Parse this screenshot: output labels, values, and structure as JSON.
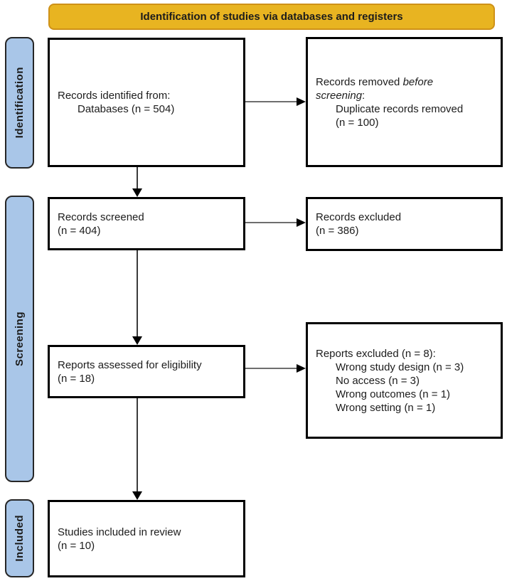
{
  "header": {
    "title": "Identification of studies via databases and registers"
  },
  "stages": {
    "identification": "Identification",
    "screening": "Screening",
    "included": "Included"
  },
  "boxes": {
    "identified": {
      "line1": "Records identified from:",
      "line2": "Databases (n = 504)"
    },
    "removed": {
      "prefix": "Records removed ",
      "italic": "before screening",
      "suffix": ":",
      "line2": "Duplicate records removed",
      "line3": "(n = 100)"
    },
    "screened": {
      "line1": "Records screened",
      "line2": "(n = 404)"
    },
    "excluded_records": {
      "line1": "Records excluded",
      "line2": "(n = 386)"
    },
    "assessed": {
      "line1": "Reports assessed for eligibility",
      "line2": "(n = 18)"
    },
    "excluded_reports": {
      "title": "Reports excluded (n = 8):",
      "items": [
        "Wrong study design (n = 3)",
        "No access (n = 3)",
        "Wrong outcomes (n = 1)",
        "Wrong setting (n = 1)"
      ]
    },
    "included": {
      "line1": "Studies included in review",
      "line2": "(n = 10)"
    }
  },
  "colors": {
    "banner_fill": "#E8B421",
    "banner_border": "#CE9118",
    "stage_fill": "#A9C6E8",
    "box_border": "#000000",
    "text": "#1c1c1c"
  }
}
